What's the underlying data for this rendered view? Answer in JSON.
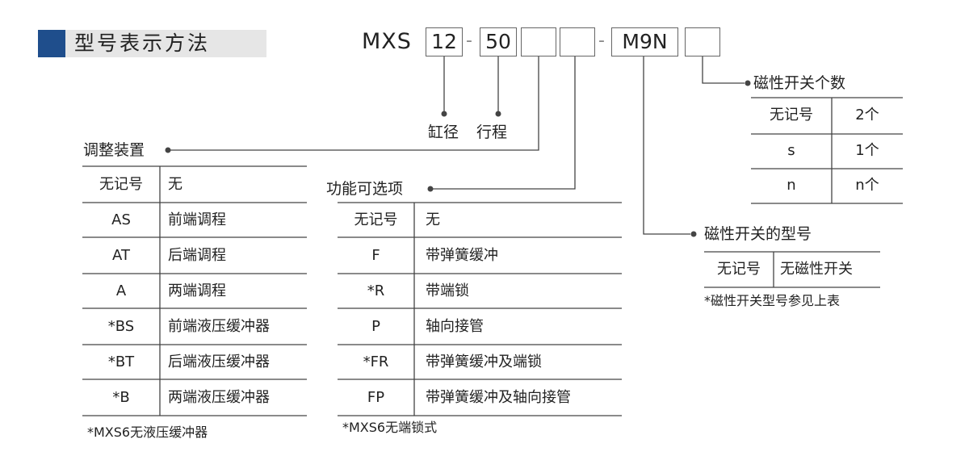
{
  "header": {
    "title": "型号表示方法"
  },
  "model": {
    "prefix": "MXS",
    "bore": "12",
    "stroke": "50",
    "adjust": "",
    "option": "",
    "switch_model": "M9N",
    "switch_count": "",
    "dash": "-"
  },
  "labels": {
    "bore": "缸径",
    "stroke": "行程",
    "adjust": "调整装置",
    "option": "功能可选项",
    "switch_count": "磁性开关个数",
    "switch_model": "磁性开关的型号"
  },
  "adjust_table": {
    "rows": [
      [
        "无记号",
        "无"
      ],
      [
        "AS",
        "前端调程"
      ],
      [
        "AT",
        "后端调程"
      ],
      [
        "A",
        "两端调程"
      ],
      [
        "*BS",
        "前端液压缓冲器"
      ],
      [
        "*BT",
        "后端液压缓冲器"
      ],
      [
        "*B",
        "两端液压缓冲器"
      ]
    ],
    "note": "*MXS6无液压缓冲器"
  },
  "option_table": {
    "rows": [
      [
        "无记号",
        "无"
      ],
      [
        "F",
        "带弹簧缓冲"
      ],
      [
        "*R",
        "带端锁"
      ],
      [
        "P",
        "轴向接管"
      ],
      [
        "*FR",
        "带弹簧缓冲及端锁"
      ],
      [
        "FP",
        "带弹簧缓冲及轴向接管"
      ]
    ],
    "note": "*MXS6无端锁式"
  },
  "count_table": {
    "rows": [
      [
        "无记号",
        "2个"
      ],
      [
        "s",
        "1个"
      ],
      [
        "n",
        "n个"
      ]
    ]
  },
  "switch_table": {
    "rows": [
      [
        "无记号",
        "无磁性开关"
      ]
    ],
    "note": "*磁性开关型号参见上表"
  },
  "colors": {
    "accent": "#1f4e8c",
    "header_bg": "#e6e6e6",
    "line": "#444444"
  }
}
